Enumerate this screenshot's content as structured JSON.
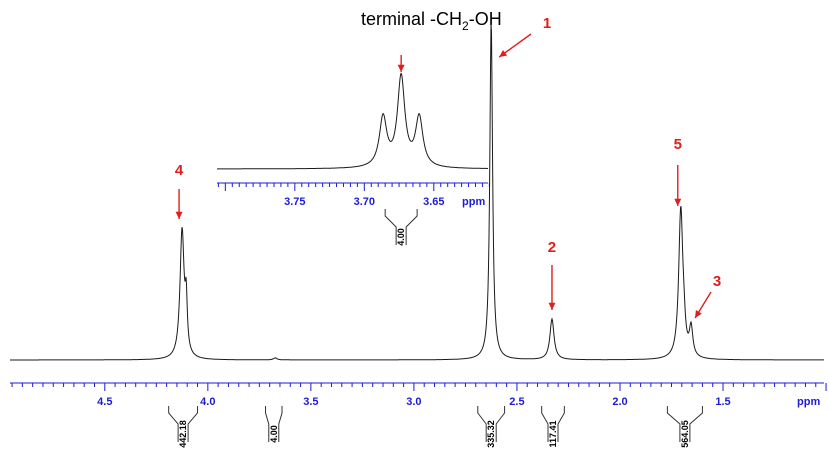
{
  "chart_data": {
    "type": "line",
    "title": "terminal -CH2-OH",
    "title_parts": {
      "pre": "terminal -CH",
      "sub": "2",
      "post": "-OH"
    },
    "xlabel": "ppm",
    "x_reversed": true,
    "xlim": [
      4.96,
      1.01
    ],
    "x_ticks": [
      {
        "label": "4.5",
        "value": 4.5
      },
      {
        "label": "4.0",
        "value": 4.0
      },
      {
        "label": "3.5",
        "value": 3.5
      },
      {
        "label": "3.0",
        "value": 3.0
      },
      {
        "label": "2.5",
        "value": 2.5
      },
      {
        "label": "2.0",
        "value": 2.0
      },
      {
        "label": "1.5",
        "value": 1.5
      }
    ],
    "peaks": [
      {
        "label": "1",
        "ppm": 2.625,
        "height": 1.0,
        "width": 0.008
      },
      {
        "label": "2",
        "ppm": 2.33,
        "height": 0.12,
        "width": 0.012
      },
      {
        "label": "3",
        "ppm": 1.655,
        "height": 0.085,
        "width": 0.01
      },
      {
        "label": "4",
        "ppm": 4.125,
        "height": 0.38,
        "width": 0.012
      },
      {
        "label": "5",
        "ppm": 1.705,
        "height": 0.44,
        "width": 0.012
      }
    ],
    "shoulders": [
      {
        "ppm": 4.105,
        "height": 0.14,
        "width": 0.006
      },
      {
        "ppm": 1.69,
        "height": 0.05,
        "width": 0.008
      },
      {
        "ppm": 3.673,
        "height": 0.006,
        "width": 0.01
      }
    ],
    "integrals": [
      {
        "label": "442.18",
        "from": 4.19,
        "to": 4.05
      },
      {
        "label": "4.00",
        "from": 3.72,
        "to": 3.64
      },
      {
        "label": "335.32",
        "from": 2.69,
        "to": 2.56
      },
      {
        "label": "117.41",
        "from": 2.38,
        "to": 2.27
      },
      {
        "label": "564.05",
        "from": 1.77,
        "to": 1.6
      }
    ],
    "inset": {
      "xlim": [
        3.806,
        3.611
      ],
      "xlabel": "ppm",
      "x_ticks": [
        {
          "label": "3.75",
          "value": 3.75
        },
        {
          "label": "3.70",
          "value": 3.7
        },
        {
          "label": "3.65",
          "value": 3.65
        }
      ],
      "peaks": [
        {
          "ppm": 3.6865,
          "height": 0.55
        },
        {
          "ppm": 3.6735,
          "height": 1.0
        },
        {
          "ppm": 3.6605,
          "height": 0.55
        }
      ],
      "integral": {
        "label": "4.00",
        "from": 3.685,
        "to": 3.662
      }
    }
  },
  "colors": {
    "axis": "#1c1cd6",
    "annotation": "#e01e1e",
    "trace": "#1a1a1a"
  }
}
